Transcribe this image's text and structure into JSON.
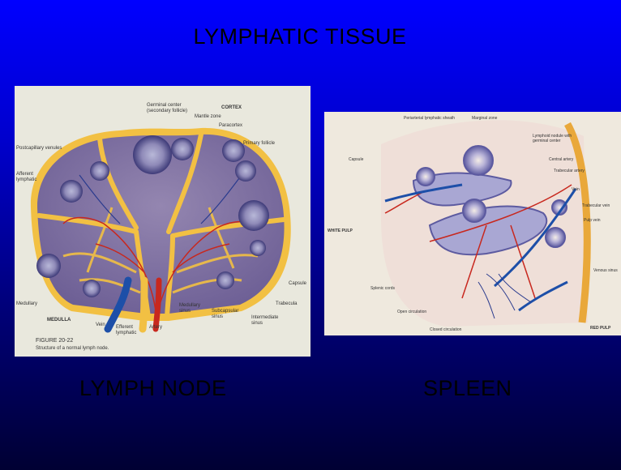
{
  "title": "LYMPHATIC TISSUE",
  "left_figure": {
    "caption": "LYMPH NODE",
    "labels": {
      "germinal_center": "Germinal center",
      "secondary_follicle": "(secondary follicle)",
      "cortex": "CORTEX",
      "mantle_zone": "Mantle zone",
      "paracortex": "Paracortex",
      "postcapillary_venules": "Postcapillary venules",
      "primary_follicle": "Primary follicle",
      "afferent": "Afferent",
      "lymphatic": "lymphatic",
      "capsule": "Capsule",
      "trabecula": "Trabecula",
      "medullary_left": "Medullary",
      "medulla": "MEDULLA",
      "vein": "Vein",
      "efferent": "Efferent",
      "efferent_lymphatic": "lymphatic",
      "artery": "Artery",
      "medullary_sinus_1": "Medullary",
      "medullary_sinus_2": "sinus",
      "subcapsular_1": "Subcapsular",
      "subcapsular_2": "sinus",
      "intermediate_1": "Intermediate",
      "intermediate_2": "sinus",
      "figure_number": "FIGURE 20-22",
      "figure_caption": "Structure of a normal lymph node."
    }
  },
  "right_figure": {
    "caption": "SPLEEN",
    "labels": {
      "pals": "Periarterial lymphatic sheath",
      "marginal_zone": "Marginal zone",
      "lymphoid_nodule": "Lymphoid nodule with",
      "germinal_center": "germinal center",
      "capsule": "Capsule",
      "central_artery": "Central artery",
      "trabecular_artery": "Trabecular artery",
      "vein": "Vein",
      "trabecular_vein": "Trabecular vein",
      "pulp_vein": "Pulp vein",
      "white_pulp": "WHITE PULP",
      "venous_sinus": "Venous sinus",
      "splenic_cords": "Splenic cords",
      "open_circulation": "Open circulation",
      "closed_circulation": "Closed circulation",
      "red_pulp": "RED PULP"
    }
  },
  "colors": {
    "background_top": "#0000ff",
    "background_bottom": "#000033",
    "node_tissue": "#7d6f9e",
    "capsule": "#f2c043",
    "vein": "#1d4fa8",
    "artery": "#c8281e"
  }
}
